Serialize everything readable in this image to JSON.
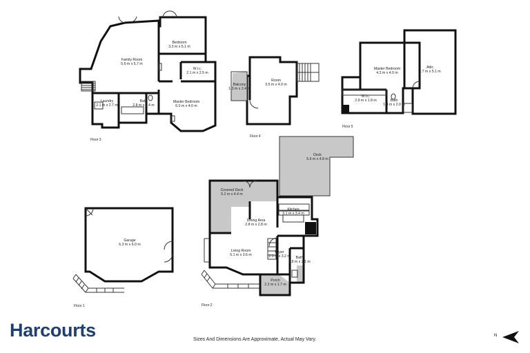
{
  "brand": {
    "name": "Harcourts",
    "color": "#1f3f73"
  },
  "disclaimer": "Sizes And Dimensions Are Approximate, Actual May Vary.",
  "compass": {
    "label": "N"
  },
  "floors": [
    {
      "label": "Floor 1",
      "rooms": [
        {
          "name": "Garage",
          "dims": "6.3 m x 6.0 m"
        }
      ]
    },
    {
      "label": "Floor 2",
      "rooms": [
        {
          "name": "Deck",
          "dims": "5.6 m x 4.8 m"
        },
        {
          "name": "Covered Deck",
          "dims": "5.2 m x 4.4 m"
        },
        {
          "name": "Kitchen",
          "dims": "3.1 m x 3.4 m"
        },
        {
          "name": "Dining Area",
          "dims": "2.8 m x 2.8 m"
        },
        {
          "name": "Living Room",
          "dims": "5.1 m x 3.6 m"
        },
        {
          "name": "Foyer",
          "dims": "2.0 m x 3.2 m"
        },
        {
          "name": "Bath",
          "dims": "1.8 m x 2.1 m"
        },
        {
          "name": "Porch",
          "dims": "2.2 m x 1.7 m"
        }
      ]
    },
    {
      "label": "Floor 3",
      "rooms": [
        {
          "name": "Family Room",
          "dims": "5.6 m x 5.7 m"
        },
        {
          "name": "Bedroom",
          "dims": "3.3 m x 5.1 m"
        },
        {
          "name": "W.i.c.",
          "dims": "2.1 m x 2.5 m"
        },
        {
          "name": "Laundry",
          "dims": "2.1 m x 2.7 m"
        },
        {
          "name": "Bath",
          "dims": "2.8 m x 2.4 m"
        },
        {
          "name": "Master Bedroom",
          "dims": "6.0 m x 4.0 m"
        }
      ]
    },
    {
      "label": "Floor 4",
      "rooms": [
        {
          "name": "Room",
          "dims": "3.5 m x 4.0 m"
        },
        {
          "name": "Balcony",
          "dims": "1.3 m x 2.4 m"
        }
      ]
    },
    {
      "label": "Floor 5",
      "rooms": [
        {
          "name": "Master Bedroom",
          "dims": "4.3 m x 4.0 m"
        },
        {
          "name": "Attic",
          "dims": "2.7 m x 5.1 m"
        },
        {
          "name": "W.i.c.",
          "dims": "2.9 m x 1.8 m"
        },
        {
          "name": "Bath",
          "dims": "1.8 m x 2.0 m"
        }
      ]
    }
  ]
}
